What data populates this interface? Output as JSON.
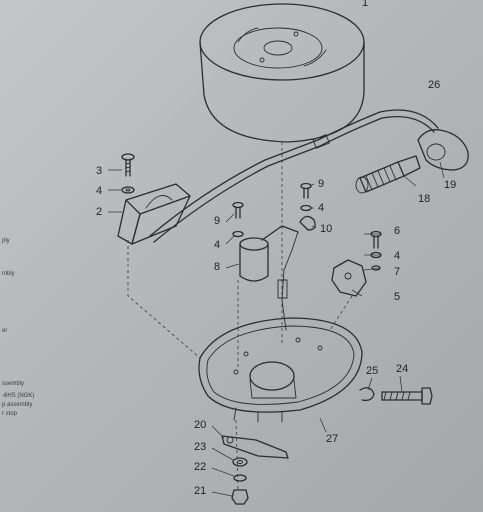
{
  "diagram": {
    "callouts": {
      "c1": "1",
      "c2": "2",
      "c3": "3",
      "c4a": "4",
      "c4b": "4",
      "c4c": "4",
      "c4d": "4",
      "c5": "5",
      "c6": "6",
      "c7": "7",
      "c8": "8",
      "c9a": "9",
      "c9b": "9",
      "c10": "10",
      "c18": "18",
      "c19": "19",
      "c20": "20",
      "c21": "21",
      "c22": "22",
      "c23": "23",
      "c24": "24",
      "c25": "25",
      "c26": "26",
      "c27": "27"
    },
    "side_notes": {
      "n1": "ply",
      "n2": "mbly",
      "n3": "er",
      "n4": "ssembly",
      "n5": "-6HS (NGK)",
      "n6": "p assembly",
      "n7": "r stop"
    }
  }
}
